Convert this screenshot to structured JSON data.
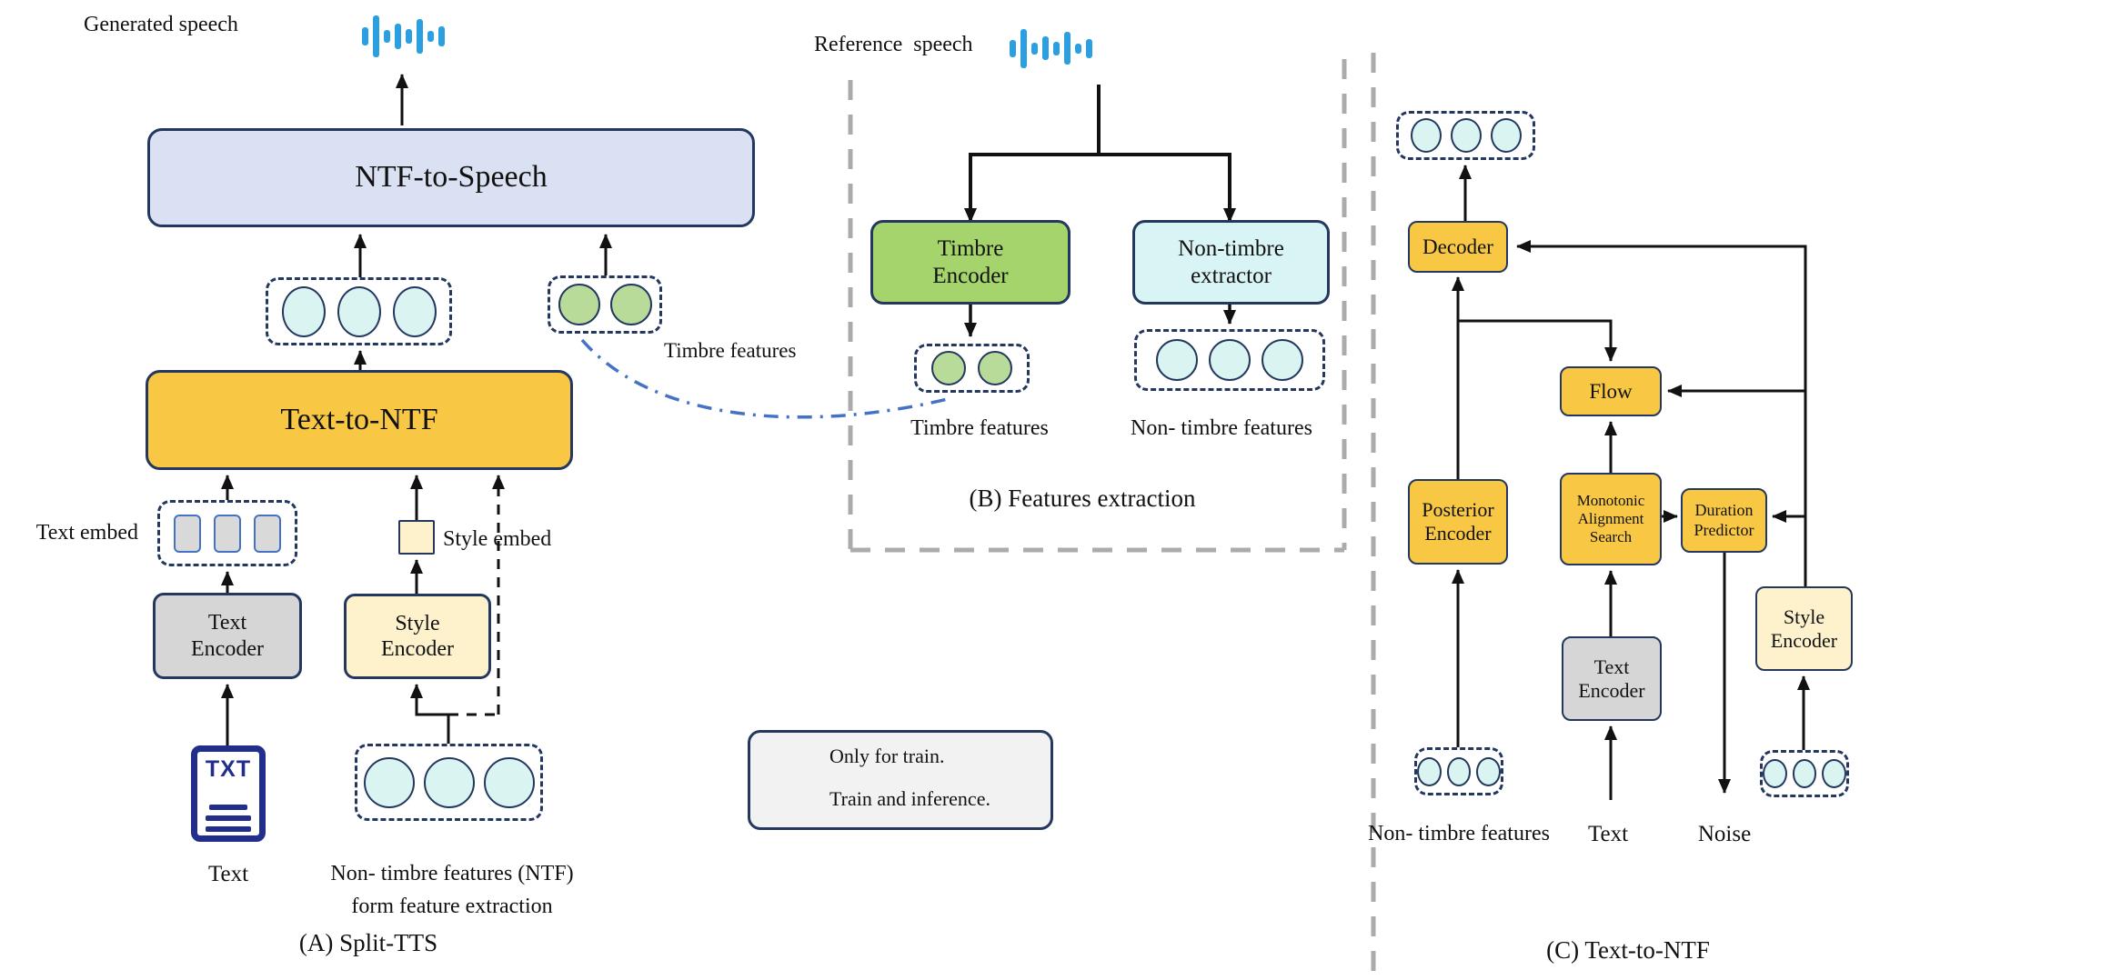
{
  "panel_a": {
    "caption": "(A) Split-TTS",
    "generated_speech": "Generated speech",
    "ntf_to_speech": "NTF-to-Speech",
    "text_to_ntf": "Text-to-NTF",
    "text_encoder": "Text Encoder",
    "style_encoder": "Style Encoder",
    "text_embed": "Text embed",
    "style_embed": "Style embed",
    "timbre_features": "Timbre features",
    "txt_icon_text": "TXT",
    "text_label": "Text",
    "ntf_caption_line1": "Non- timbre features (NTF)",
    "ntf_caption_line2": "form feature extraction"
  },
  "legend": {
    "dashed": "Only for train.",
    "solid": "Train and inference."
  },
  "panel_b": {
    "caption": "(B) Features extraction",
    "reference_speech": "Reference  speech",
    "timbre_encoder": "Timbre Encoder",
    "non_timbre_extractor": "Non-timbre extractor",
    "timbre_features": "Timbre features",
    "non_timbre_features": "Non- timbre features"
  },
  "panel_c": {
    "caption": "(C) Text-to-NTF",
    "decoder": "Decoder",
    "posterior_encoder": "Posterior Encoder",
    "flow": "Flow",
    "monotonic_alignment_search": "Monotonic Alignment Search",
    "duration_predictor": "Duration Predictor",
    "style_encoder": "Style Encoder",
    "text_encoder": "Text Encoder",
    "non_timbre_features": "Non- timbre features",
    "text_label": "Text",
    "noise_label": "Noise"
  },
  "colors": {
    "navy_border": "#23375f",
    "blue_box": "#dae1f3",
    "yellow_box": "#f8c845",
    "light_yellow_box": "#fdf2cc",
    "gray_box": "#d6d6d6",
    "cyan_circle": "#daf4f1",
    "green_circle": "#b9db9a",
    "green_box": "#a6d46c",
    "light_cyan_box": "#d9f4f4",
    "legend_fill": "#f2f2f3",
    "waveform_blue": "#2b9fe0",
    "panel_dash_gray": "#ababab",
    "train_curve_blue": "#4472c4",
    "txt_icon_navy": "#222e8c"
  }
}
